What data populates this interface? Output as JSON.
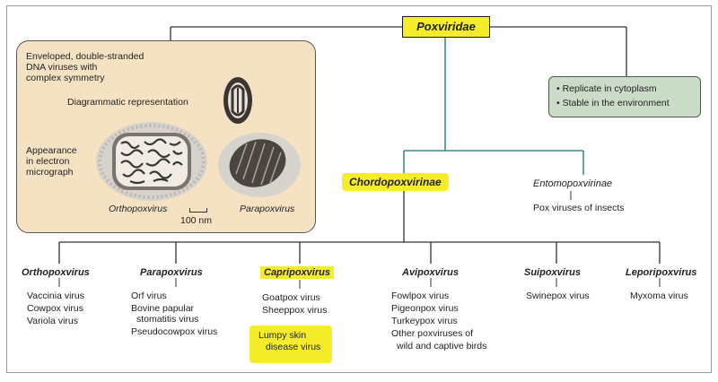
{
  "family": "Poxviridae",
  "properties": {
    "description_lines": [
      "Enveloped, double-stranded",
      "DNA viruses with",
      "complex symmetry"
    ],
    "diagram_label": "Diagrammatic representation",
    "em_label_lines": [
      "Appearance",
      "in electron",
      "micrograph"
    ],
    "ortho_caption": "Orthopoxvirus",
    "para_caption": "Parapoxvirus",
    "scale": "100 nm"
  },
  "replication": [
    "Replicate in cytoplasm",
    "Stable in the environment"
  ],
  "subfamilies": {
    "chordo": "Chordopoxvirinae",
    "entomo": "Entomopoxvirinae",
    "entomo_desc": "Pox viruses of insects"
  },
  "genera": [
    {
      "name": "Orthopoxvirus",
      "viruses": [
        "Vaccinia virus",
        "Cowpox virus",
        "Variola virus"
      ]
    },
    {
      "name": "Parapoxvirus",
      "viruses": [
        "Orf virus",
        "Bovine papular",
        "stomatitis virus",
        "Pseudocowpox virus"
      ]
    },
    {
      "name": "Capripoxvirus",
      "viruses": [
        "Goatpox virus",
        "Sheeppox virus",
        "Lumpy skin",
        "disease virus"
      ]
    },
    {
      "name": "Avipoxvirus",
      "viruses": [
        "Fowlpox virus",
        "Pigeonpox virus",
        "Turkeypox virus",
        "Other poxviruses of",
        "wild and captive birds"
      ]
    },
    {
      "name": "Suipoxvirus",
      "viruses": [
        "Swinepox virus"
      ]
    },
    {
      "name": "Leporipoxvirus",
      "viruses": [
        "Myxoma virus"
      ]
    }
  ],
  "colors": {
    "highlight": "#f5ec2a",
    "beige": "#f5e2c3",
    "green_box": "#cbdcc8",
    "teal_line": "#3a8a8a"
  }
}
